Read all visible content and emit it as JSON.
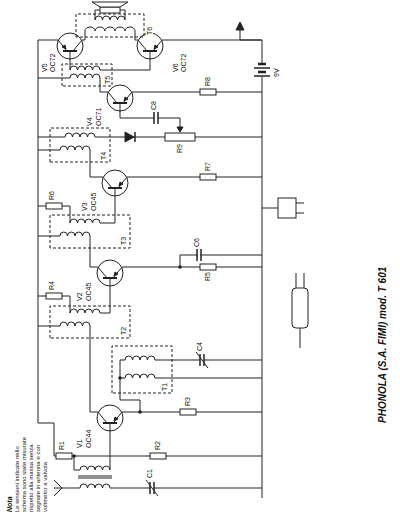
{
  "diagram": {
    "title": "PHONOLA (S.A. FIMI) mod. T 601",
    "labels": [
      "Nota",
      "Le tensioni indicate nello schema sono state misurate rispetto alla massa senza segnale in antenna e con voltmetro a valvola",
      "V1",
      "OC44",
      "V2",
      "OC45",
      "V3",
      "OC45",
      "V4",
      "OC71",
      "V5",
      "OC72",
      "V6",
      "OC72",
      "T1",
      "T2",
      "T3",
      "T4",
      "T5",
      "T6",
      "R1",
      "R2",
      "C1",
      "R3",
      "C4",
      "R4",
      "R5",
      "C6",
      "R6",
      "R7",
      "R9",
      "C8",
      "R8",
      "9V"
    ]
  }
}
